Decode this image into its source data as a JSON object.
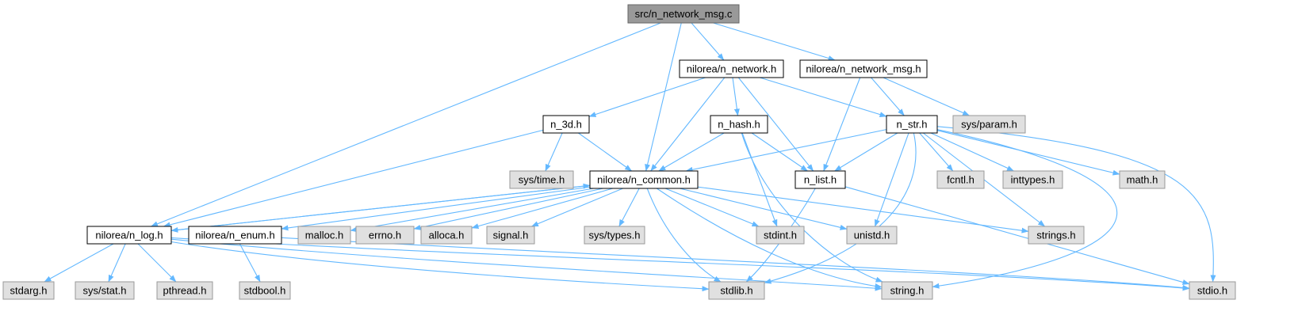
{
  "colors": {
    "edge": "#63b8ff",
    "root_fill": "#999999",
    "root_stroke": "#666666",
    "local_fill": "#ffffff",
    "local_stroke": "#000000",
    "system_fill": "#e0e0e0",
    "system_stroke": "#999999"
  },
  "nodes": [
    {
      "id": "root",
      "label": "src/n_network_msg.c",
      "kind": "root"
    },
    {
      "id": "network",
      "label": "nilorea/n_network.h",
      "kind": "local"
    },
    {
      "id": "network_msg",
      "label": "nilorea/n_network_msg.h",
      "kind": "local"
    },
    {
      "id": "n3d",
      "label": "n_3d.h",
      "kind": "local"
    },
    {
      "id": "hash",
      "label": "n_hash.h",
      "kind": "local"
    },
    {
      "id": "str",
      "label": "n_str.h",
      "kind": "local"
    },
    {
      "id": "sysparam",
      "label": "sys/param.h",
      "kind": "system"
    },
    {
      "id": "systime",
      "label": "sys/time.h",
      "kind": "system"
    },
    {
      "id": "common",
      "label": "nilorea/n_common.h",
      "kind": "local"
    },
    {
      "id": "list",
      "label": "n_list.h",
      "kind": "local"
    },
    {
      "id": "fcntl",
      "label": "fcntl.h",
      "kind": "system"
    },
    {
      "id": "inttypes",
      "label": "inttypes.h",
      "kind": "system"
    },
    {
      "id": "math",
      "label": "math.h",
      "kind": "system"
    },
    {
      "id": "log",
      "label": "nilorea/n_log.h",
      "kind": "local"
    },
    {
      "id": "enum",
      "label": "nilorea/n_enum.h",
      "kind": "local"
    },
    {
      "id": "malloc",
      "label": "malloc.h",
      "kind": "system"
    },
    {
      "id": "errno",
      "label": "errno.h",
      "kind": "system"
    },
    {
      "id": "alloca",
      "label": "alloca.h",
      "kind": "system"
    },
    {
      "id": "signal",
      "label": "signal.h",
      "kind": "system"
    },
    {
      "id": "systypes",
      "label": "sys/types.h",
      "kind": "system"
    },
    {
      "id": "stdint",
      "label": "stdint.h",
      "kind": "system"
    },
    {
      "id": "unistd",
      "label": "unistd.h",
      "kind": "system"
    },
    {
      "id": "strings",
      "label": "strings.h",
      "kind": "system"
    },
    {
      "id": "stdarg",
      "label": "stdarg.h",
      "kind": "system"
    },
    {
      "id": "sysstat",
      "label": "sys/stat.h",
      "kind": "system"
    },
    {
      "id": "pthread",
      "label": "pthread.h",
      "kind": "system"
    },
    {
      "id": "stdbool",
      "label": "stdbool.h",
      "kind": "system"
    },
    {
      "id": "stdlib",
      "label": "stdlib.h",
      "kind": "system"
    },
    {
      "id": "string",
      "label": "string.h",
      "kind": "system"
    },
    {
      "id": "stdio",
      "label": "stdio.h",
      "kind": "system"
    }
  ],
  "edges": [
    [
      "root",
      "network"
    ],
    [
      "root",
      "network_msg"
    ],
    [
      "root",
      "common"
    ],
    [
      "root",
      "log"
    ],
    [
      "network",
      "n3d"
    ],
    [
      "network",
      "hash"
    ],
    [
      "network",
      "str"
    ],
    [
      "network",
      "common"
    ],
    [
      "network",
      "list"
    ],
    [
      "network_msg",
      "str"
    ],
    [
      "network_msg",
      "sysparam"
    ],
    [
      "network_msg",
      "list"
    ],
    [
      "n3d",
      "systime"
    ],
    [
      "n3d",
      "common"
    ],
    [
      "n3d",
      "log"
    ],
    [
      "hash",
      "common"
    ],
    [
      "hash",
      "list"
    ],
    [
      "hash",
      "stdint"
    ],
    [
      "hash",
      "string"
    ],
    [
      "str",
      "common"
    ],
    [
      "str",
      "list"
    ],
    [
      "str",
      "fcntl"
    ],
    [
      "str",
      "inttypes"
    ],
    [
      "str",
      "math"
    ],
    [
      "str",
      "strings"
    ],
    [
      "str",
      "unistd"
    ],
    [
      "str",
      "stdlib"
    ],
    [
      "str",
      "string"
    ],
    [
      "str",
      "stdio"
    ],
    [
      "list",
      "stdlib"
    ],
    [
      "list",
      "stdio"
    ],
    [
      "common",
      "log"
    ],
    [
      "common",
      "enum"
    ],
    [
      "common",
      "malloc"
    ],
    [
      "common",
      "errno"
    ],
    [
      "common",
      "alloca"
    ],
    [
      "common",
      "signal"
    ],
    [
      "common",
      "systypes"
    ],
    [
      "common",
      "stdint"
    ],
    [
      "common",
      "unistd"
    ],
    [
      "common",
      "strings"
    ],
    [
      "common",
      "stdlib"
    ],
    [
      "common",
      "string"
    ],
    [
      "log",
      "common"
    ],
    [
      "log",
      "stdarg"
    ],
    [
      "log",
      "sysstat"
    ],
    [
      "log",
      "pthread"
    ],
    [
      "log",
      "stdlib"
    ],
    [
      "log",
      "string"
    ],
    [
      "log",
      "stdio"
    ],
    [
      "enum",
      "stdbool"
    ],
    [
      "enum",
      "stdio"
    ]
  ]
}
